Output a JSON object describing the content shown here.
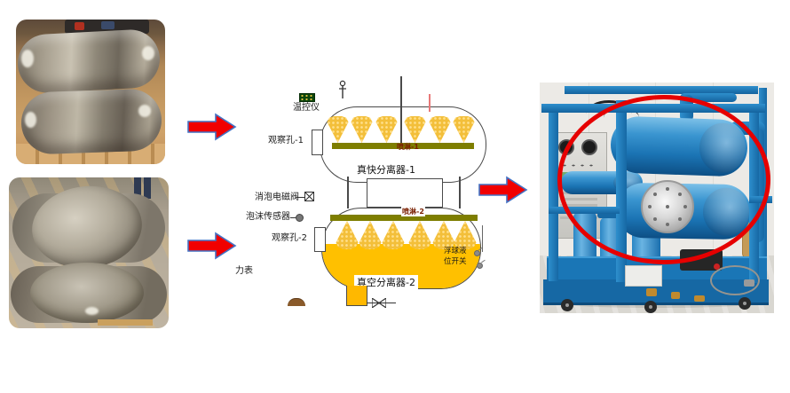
{
  "diagram": {
    "labels": {
      "temp_controller": "温控仪",
      "observation_port_1": "观察孔-1",
      "spray_1": "喷淋-1",
      "separator_1": "真快分离器-1",
      "defoam_solenoid_valve": "消泡电磁阀",
      "foam_sensor": "泡沫传感器",
      "spray_2": "喷淋-2",
      "observation_port_2": "观察孔-2",
      "float_level_switch_line1": "浮球液",
      "float_level_switch_line2": "位开关",
      "separator_2": "真空分离器-2",
      "pressure_gauge_partial": "力表"
    }
  },
  "colors": {
    "arrow_fill": "#f10000",
    "arrow_border": "#4472c4",
    "highlight_circle": "#e60000",
    "spray_cone_yellow": "#f3bf3a",
    "liquid_yellow": "#ffc000",
    "spray_bar_olive": "#7e7e00",
    "led_green": "#0c460c",
    "machine_blue": "#1b74b4",
    "diagram_outline": "#4a4a4a"
  }
}
